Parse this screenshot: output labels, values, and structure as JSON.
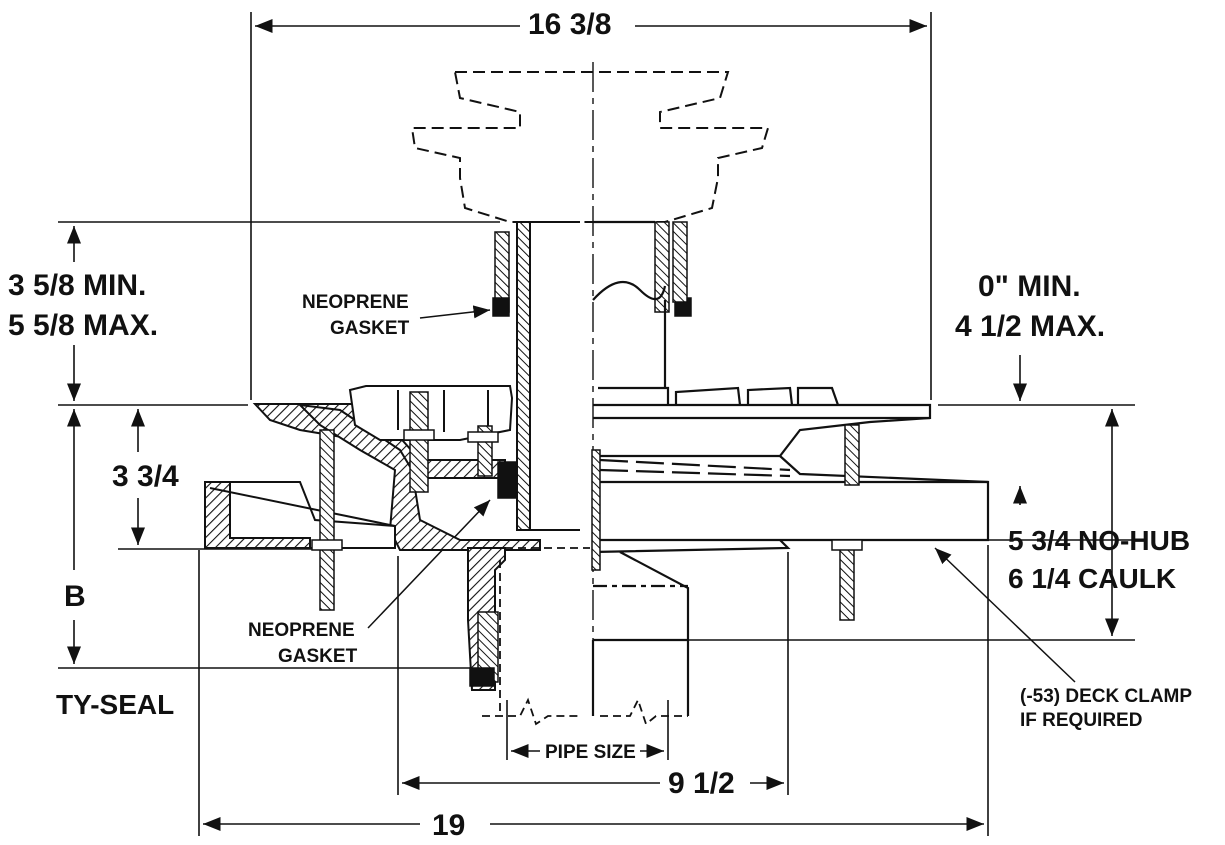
{
  "dimensions": {
    "top_width": "16 3/8",
    "left_upper_min": "3 5/8 MIN.",
    "left_upper_max": "5 5/8 MAX.",
    "right_upper_min": "0\" MIN.",
    "right_upper_max": "4 1/2 MAX.",
    "left_mid": "3 3/4",
    "left_lower": "B",
    "right_mid_nohub": "5 3/4 NO-HUB",
    "right_mid_caulk": "6 1/4 CAULK",
    "pipe_size": "PIPE SIZE",
    "bottom_mid": "9 1/2",
    "bottom_overall": "19"
  },
  "labels": {
    "gasket_upper_1": "NEOPRENE",
    "gasket_upper_2": "GASKET",
    "gasket_lower_1": "NEOPRENE",
    "gasket_lower_2": "GASKET",
    "ty_seal": "TY-SEAL",
    "deck_clamp_1": "(-53) DECK CLAMP",
    "deck_clamp_2": "IF REQUIRED"
  },
  "colors": {
    "line": "#111111",
    "background": "#ffffff"
  }
}
